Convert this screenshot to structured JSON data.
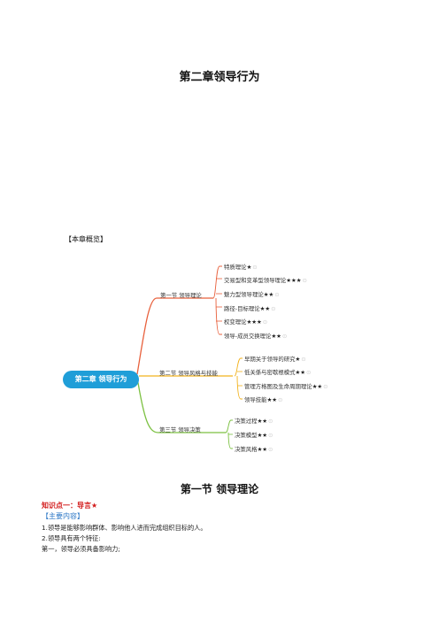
{
  "doc": {
    "title": "第二章领导行为",
    "overview_label": "【本章概览】",
    "section_heading": "第一节 领导理论",
    "knowledge_point": "知识点一：导言★",
    "main_content_label": "【主要内容】",
    "paragraphs": [
      "1.领导是能够影响群体、影响他人进而完成组织目标的人。",
      "2.领导具有两个特征:",
      "第一，领导必须具备影响力;"
    ]
  },
  "mindmap": {
    "center": "第二章 领导行为",
    "colors": {
      "center": "#1f9ed8",
      "section1": "#e8603c",
      "section2": "#f2b21d",
      "section3": "#7cc142"
    },
    "sections": [
      {
        "label": "第一节 领导理论",
        "items": [
          {
            "text": "特质理论",
            "stars": "★"
          },
          {
            "text": "交易型和变革型领导理论",
            "stars": "★★★"
          },
          {
            "text": "魅力型领导理论",
            "stars": "★★"
          },
          {
            "text": "路径-目标理论",
            "stars": "★★"
          },
          {
            "text": "权变理论",
            "stars": "★★★"
          },
          {
            "text": "领导-成员交换理论",
            "stars": "★★"
          }
        ]
      },
      {
        "label": "第二节 领导风格与技能",
        "items": [
          {
            "text": "早期关于领导的研究",
            "stars": "★"
          },
          {
            "text": "低关係与密歇根模式",
            "stars": "★★"
          },
          {
            "text": "管理方格图及生命周期理论",
            "stars": "★★"
          },
          {
            "text": "领导技能",
            "stars": "★★"
          }
        ]
      },
      {
        "label": "第三节 领导决策",
        "items": [
          {
            "text": "决策过程",
            "stars": "★★"
          },
          {
            "text": "决策模型",
            "stars": "★★"
          },
          {
            "text": "决策风格",
            "stars": "★★"
          }
        ]
      }
    ]
  }
}
